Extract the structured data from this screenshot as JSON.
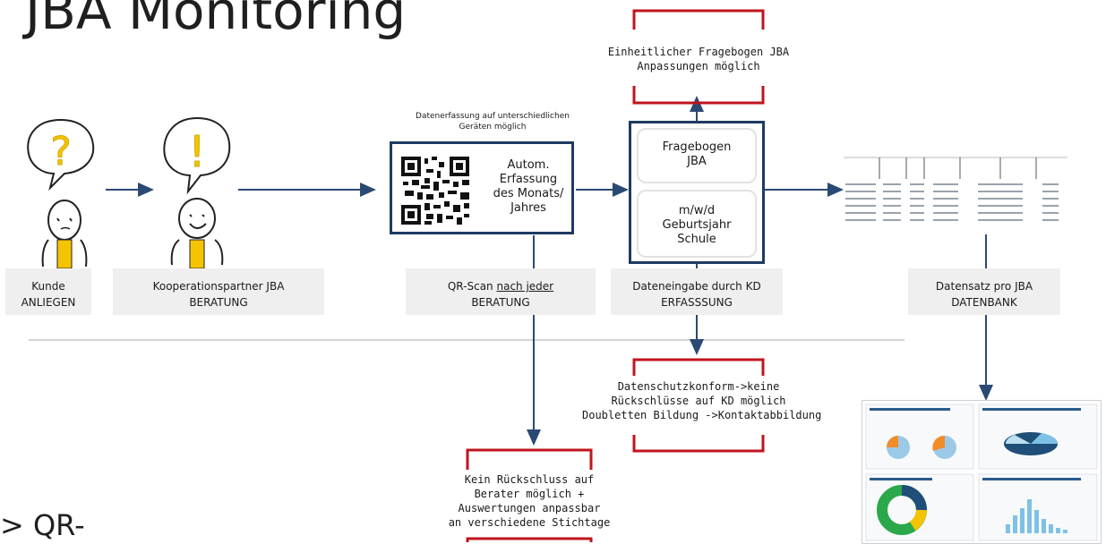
{
  "title": "JBA Monitoring",
  "partial_bottom_text": "> QR-",
  "stages": {
    "kunde": {
      "line1": "Kunde",
      "line2": "ANLIEGEN"
    },
    "partner": {
      "line1": "Kooperationspartner JBA",
      "line2": "BERATUNG"
    },
    "qr": {
      "line1_pre": "QR-Scan ",
      "line1_underline": "nach jeder",
      "line2": "BERATUNG"
    },
    "dateneingabe": {
      "line1": "Dateneingabe durch KD",
      "line2": "ERFASSSUNG"
    },
    "datensatz": {
      "line1": "Datensatz pro JBA",
      "line2": "DATENBANK"
    }
  },
  "qr_caption": {
    "line1": "Datenerfassung auf unterschiedlichen",
    "line2": "Geräten möglich"
  },
  "qr_box": {
    "line1": "Autom.",
    "line2": "Erfassung",
    "line3": "des Monats/",
    "line4": "Jahres"
  },
  "form_box": {
    "top": {
      "line1": "Fragebogen",
      "line2": "JBA"
    },
    "bottom": {
      "line1": "m/w/d",
      "line2": "Geburtsjahr",
      "line3": "Schule"
    }
  },
  "notes": {
    "top": {
      "line1": "Einheitlicher Fragebogen JBA",
      "line2": "Anpassungen möglich"
    },
    "middle": {
      "line1": "Datenschutzkonform->keine",
      "line2": "Rückschlüsse auf KD möglich",
      "line3": "Doubletten Bildung ->Kontaktabbildung"
    },
    "bottom": {
      "line1": "Kein Rückschluss auf",
      "line2": "Berater möglich +",
      "line3": "Auswertungen anpassbar",
      "line4": "an verschiedene Stichtage"
    }
  },
  "colors": {
    "arrow": "#2b4a73",
    "bracket": "#c0141c",
    "box_border": "#1f3a63",
    "label_bg": "#efefef",
    "face_yellow": "#f5c400"
  }
}
